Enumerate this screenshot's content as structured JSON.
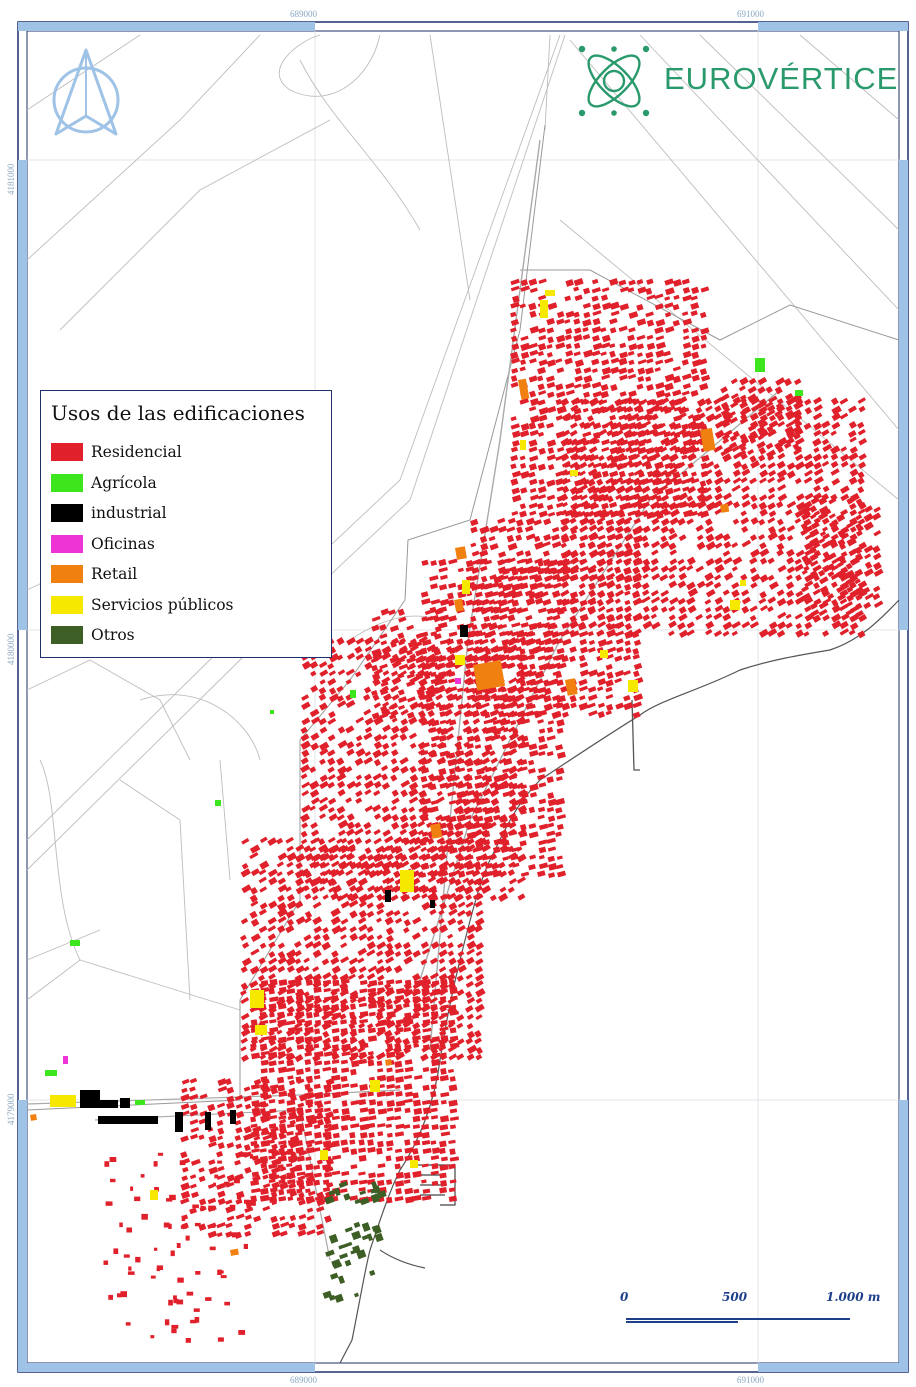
{
  "legend": {
    "title": "Usos de las edificaciones",
    "items": [
      {
        "label": "Residencial",
        "color": "#e0202a"
      },
      {
        "label": "Agrícola",
        "color": "#3de51d"
      },
      {
        "label": "industrial",
        "color": "#000000"
      },
      {
        "label": "Oficinas",
        "color": "#ef34d6"
      },
      {
        "label": "Retail",
        "color": "#f08010"
      },
      {
        "label": "Servicios públicos",
        "color": "#f7e800"
      },
      {
        "label": "Otros",
        "color": "#3d5e24"
      }
    ]
  },
  "brand": {
    "name": "EUROVÉRTICE",
    "color": "#2a9a6d"
  },
  "north_arrow_icon": "north-arrow-icon",
  "coordinates": {
    "top": [
      "689000",
      "691000"
    ],
    "bottom": [
      "689000",
      "691000"
    ],
    "left": [
      "4181000",
      "4180000",
      "4179000"
    ]
  },
  "scale_bar": {
    "labels": [
      "0",
      "500",
      "1.000 m"
    ]
  },
  "colors": {
    "frame": "#1f2f6a",
    "frame_band": "#9fc3e6",
    "roads": "#b5b5b5",
    "coast": "#555555"
  }
}
